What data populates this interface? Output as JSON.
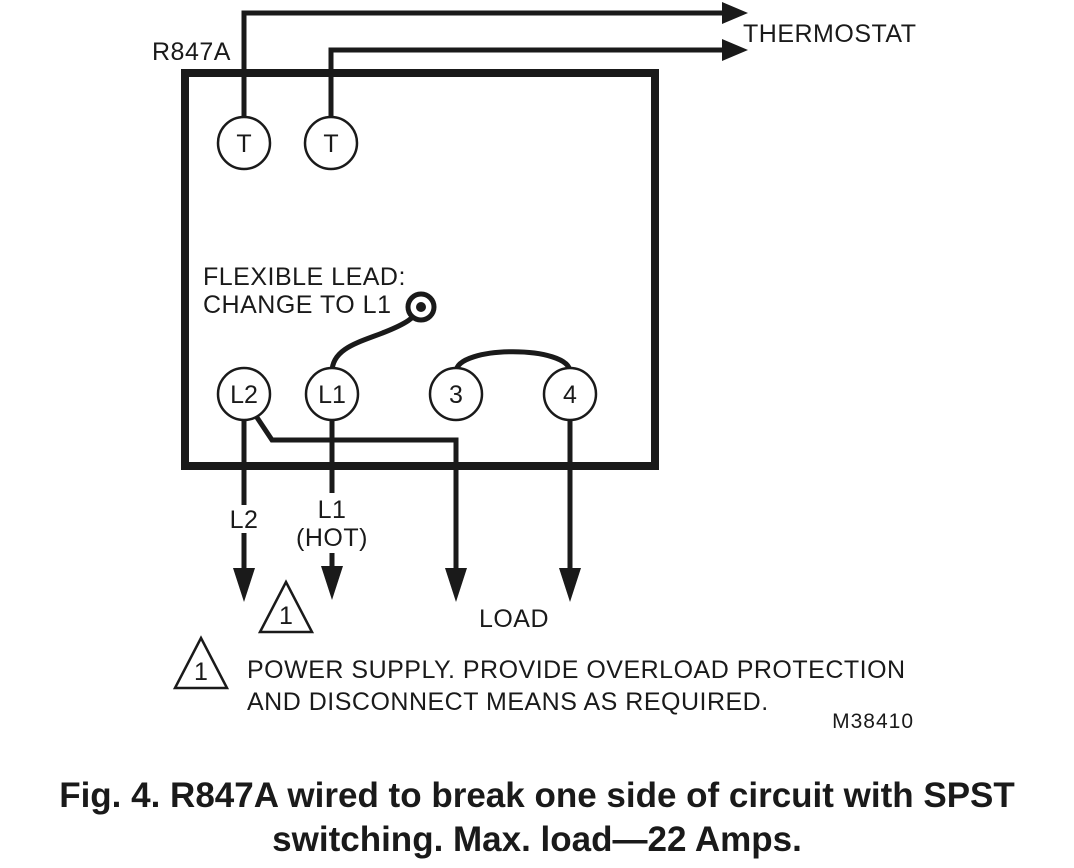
{
  "device_label": "R847A",
  "thermostat_label": "THERMOSTAT",
  "terminals": {
    "t1": "T",
    "t2": "T",
    "l2": "L2",
    "l1": "L1",
    "t3": "3",
    "t4": "4"
  },
  "flex_lead": {
    "line1": "FLEXIBLE LEAD:",
    "line2": "CHANGE TO L1"
  },
  "wire_labels": {
    "l2": "L2",
    "l1": "L1",
    "l1_hot": "(HOT)",
    "load": "LOAD"
  },
  "note": {
    "marker": "1",
    "line1": "POWER SUPPLY.  PROVIDE OVERLOAD PROTECTION",
    "line2": "AND DISCONNECT MEANS AS REQUIRED."
  },
  "figure_code": "M38410",
  "caption": {
    "line1": "Fig. 4. R847A wired to break one side of circuit with SPST",
    "line2": "switching. Max. load—22 Amps."
  }
}
